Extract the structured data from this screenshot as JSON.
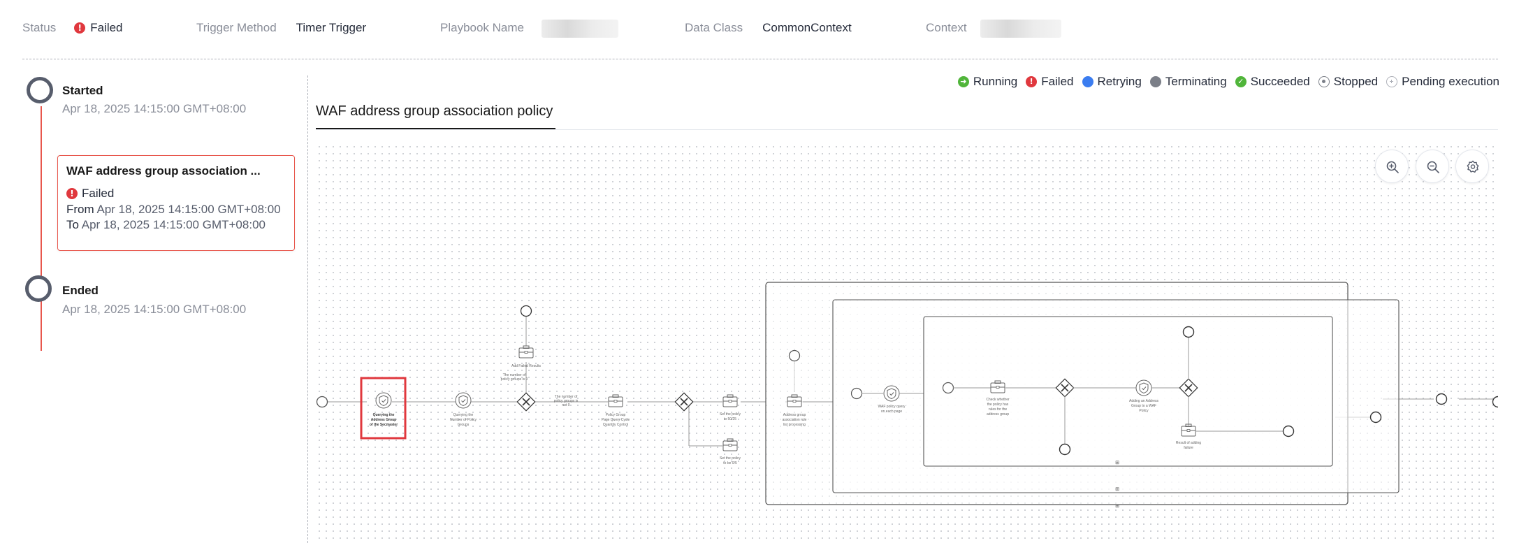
{
  "info": {
    "status_label": "Status",
    "status_value": "Failed",
    "trigger_label": "Trigger Method",
    "trigger_value": "Timer Trigger",
    "playbook_label": "Playbook Name",
    "dataclass_label": "Data Class",
    "dataclass_value": "CommonContext",
    "context_label": "Context"
  },
  "timeline": {
    "started_title": "Started",
    "started_time": "Apr 18, 2025 14:15:00 GMT+08:00",
    "card_title": "WAF address group association ...",
    "card_status": "Failed",
    "from_label": "From",
    "from_time": "Apr 18, 2025 14:15:00 GMT+08:00",
    "to_label": "To",
    "to_time": "Apr 18, 2025 14:15:00 GMT+08:00",
    "ended_title": "Ended",
    "ended_time": "Apr 18, 2025 14:15:00 GMT+08:00"
  },
  "legend": [
    {
      "label": "Running",
      "color": "#50b53a",
      "icon": "arrow-right-icon"
    },
    {
      "label": "Failed",
      "color": "#e0383e",
      "icon": "exclamation-icon"
    },
    {
      "label": "Retrying",
      "color": "#3b7df0",
      "icon": "dot-icon"
    },
    {
      "label": "Terminating",
      "color": "#7b7f88",
      "icon": "dot-icon"
    },
    {
      "label": "Succeeded",
      "color": "#50b53a",
      "icon": "check-icon"
    },
    {
      "label": "Stopped",
      "color": "#7b7f88",
      "icon": "stop-icon"
    },
    {
      "label": "Pending execution",
      "color": "#adb0b8",
      "icon": "pending-icon"
    }
  ],
  "tab": {
    "title": "WAF address group association policy"
  },
  "flow": {
    "n1": [
      "Querying the",
      "Address Group",
      "of the Secmaster"
    ],
    "n2": [
      "Querying the",
      "Number of Policy",
      "Groups"
    ],
    "n3": [
      "Add Failed Results"
    ],
    "n3_edge": [
      "The number of",
      "policy groups is 0"
    ],
    "n4_edge": [
      "The number of",
      "policy groups is",
      "not 0"
    ],
    "n4": [
      "Policy Group",
      "Page Query Cycle",
      "Quantity Control"
    ],
    "n5": [
      "Set the policy",
      "to 50/25"
    ],
    "n6": [
      "Set the policy",
      "to be 0/5"
    ],
    "n7": [
      "Address group",
      "association rule",
      "list processing"
    ],
    "n8": [
      "WAF policy query",
      "on each page"
    ],
    "n9": [
      "Check whether",
      "the policy has",
      "rules for the",
      "address group"
    ],
    "n10": [
      "Adding an Address",
      "Group to a WAF",
      "Policy"
    ],
    "n11": [
      "Result of adding",
      "failure"
    ]
  }
}
